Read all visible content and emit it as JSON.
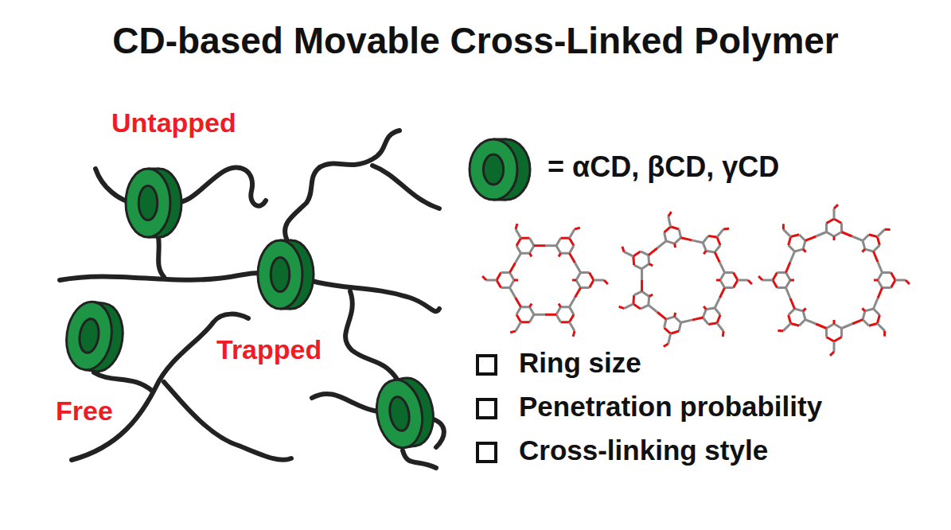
{
  "diagram": {
    "title": "CD-based Movable Cross-Linked Polymer",
    "labels": [
      "Untapped",
      "Trapped",
      "Free",
      "Ring size",
      "Penetration probability",
      "Cross-linking style"
    ],
    "legend": [
      {
        "text": "= αCD, βCD, γCD"
      }
    ]
  }
}
